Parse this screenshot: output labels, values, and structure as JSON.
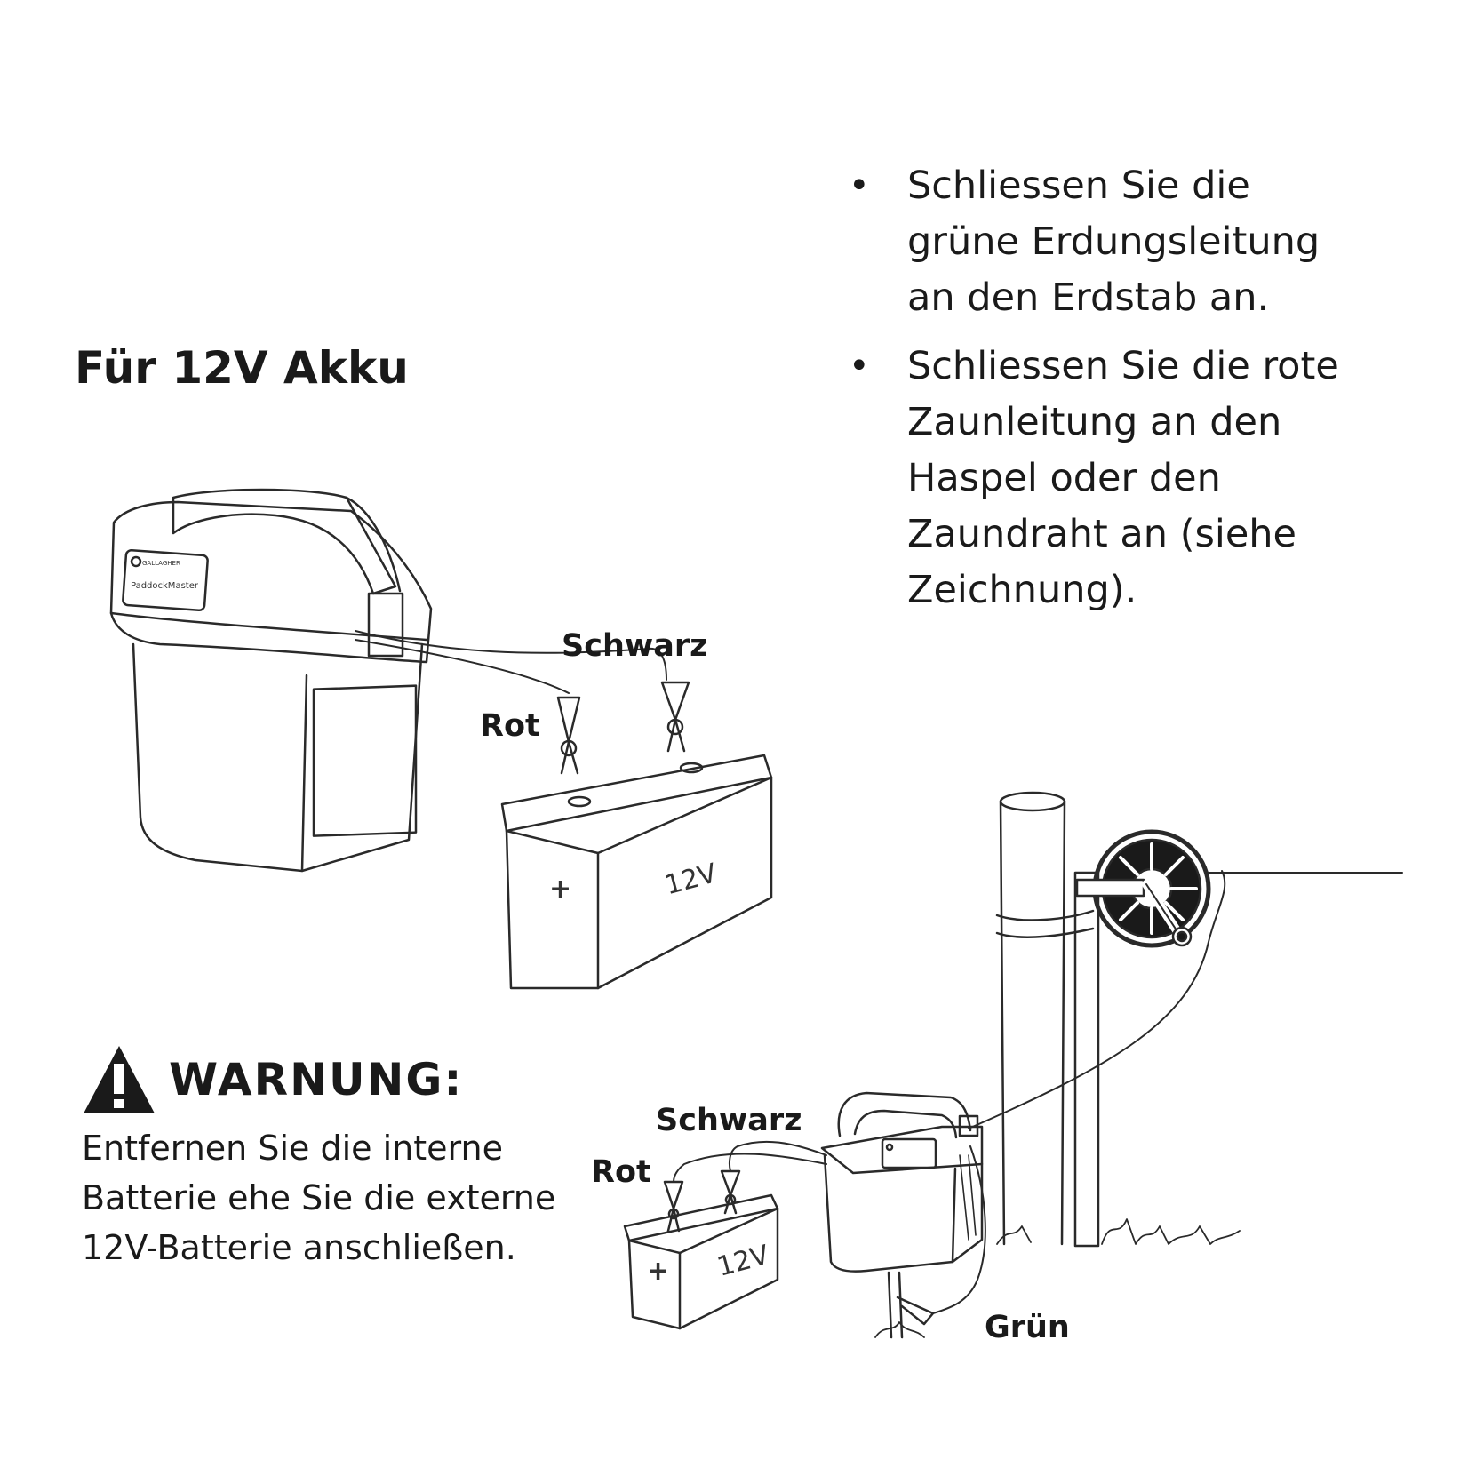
{
  "title": "Für 12V Akku",
  "instructions": [
    "Schliessen Sie die grüne Erdungsleitung an den Erdstab an.",
    "Schliessen Sie die rote Zaunleitung an den Haspel oder den Zaundraht an (siehe Zeichnung)."
  ],
  "bullet_symbol": "•",
  "warning": {
    "heading": "WARNUNG:",
    "text": "Entfernen Sie die interne Batterie ehe Sie die externe 12V-Batterie anschließen."
  },
  "labels": {
    "schwarz": "Schwarz",
    "rot": "Rot",
    "gruen": "Grün",
    "battery_voltage": "12V",
    "battery_plus": "+"
  },
  "icons": {
    "warning": "warning-triangle-icon"
  }
}
